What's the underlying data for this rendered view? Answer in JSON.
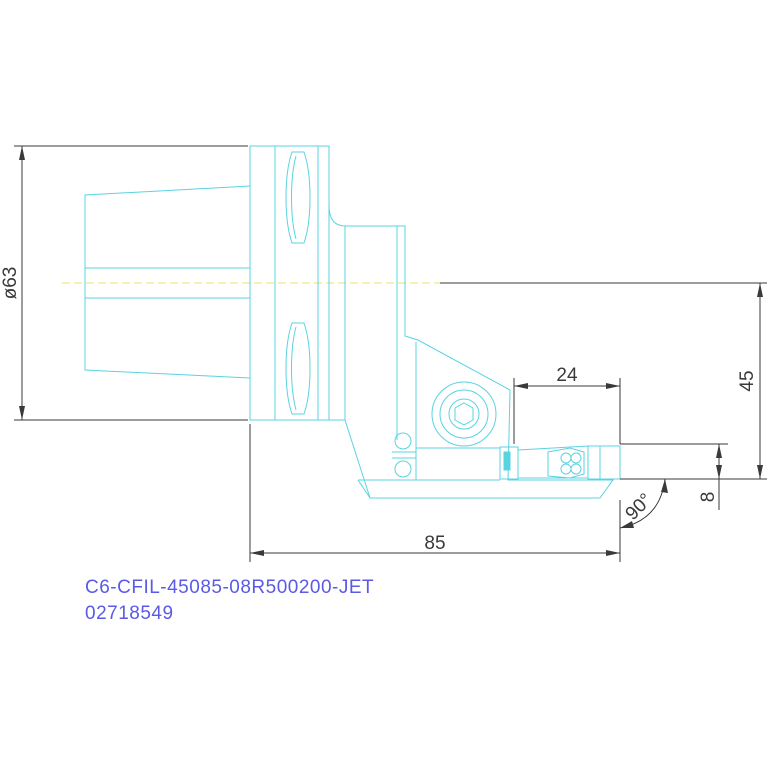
{
  "dimensions": {
    "diameter": "ø63",
    "length": "85",
    "height": "45",
    "width": "24",
    "offset": "8",
    "angle": "90°"
  },
  "part_code": "C6-CFIL-45085-08R500200-JET",
  "part_number": "02718549",
  "colors": {
    "part_outline": "#5ad3e0",
    "dimension_line": "#3a3a3a",
    "center_line": "#f0e060",
    "code_text": "#5a5ae6"
  }
}
